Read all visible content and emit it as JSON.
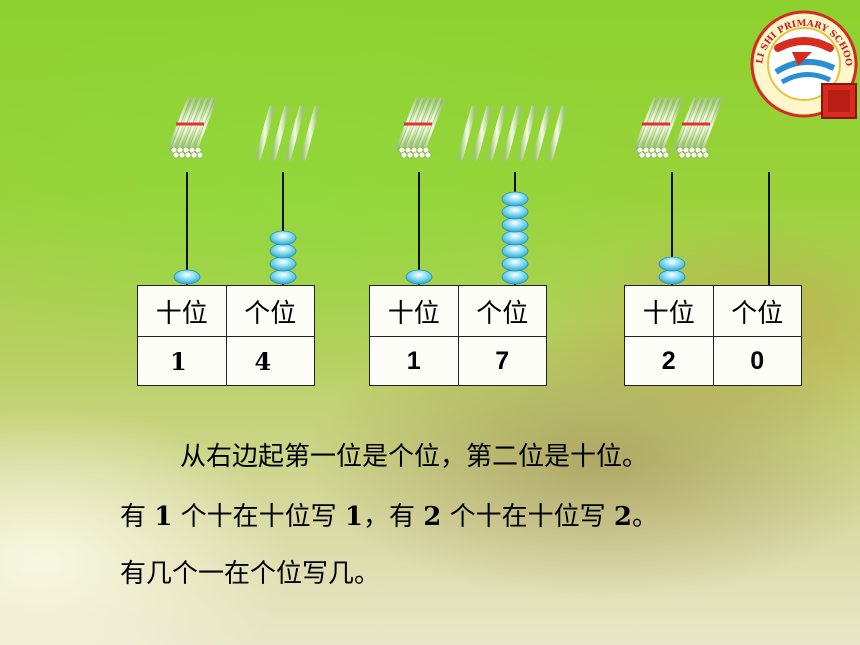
{
  "place_value_tables": [
    {
      "tens_header": "十位",
      "ones_header": "个位",
      "tens_value": "1",
      "ones_value": "4"
    },
    {
      "tens_header": "十位",
      "ones_header": "个位",
      "tens_value": "1",
      "ones_value": "7"
    },
    {
      "tens_header": "十位",
      "ones_header": "个位",
      "tens_value": "2",
      "ones_value": "0"
    }
  ],
  "text": {
    "line1": "从右边起第一位是个位，第二位是十位。",
    "line2_parts": [
      "有 ",
      "1",
      " 个十在十位写 ",
      "1",
      "，有 ",
      "2",
      " 个十在十位写 ",
      "2",
      "。"
    ],
    "line3": "有几个一在个位写几。"
  },
  "logo": {
    "school_name": "LI SHI PRIMARY SCHOOL"
  },
  "colors": {
    "bead": "#7fd6ee",
    "bundle": "#a6dc8a",
    "stick": "#e6f3c8"
  }
}
